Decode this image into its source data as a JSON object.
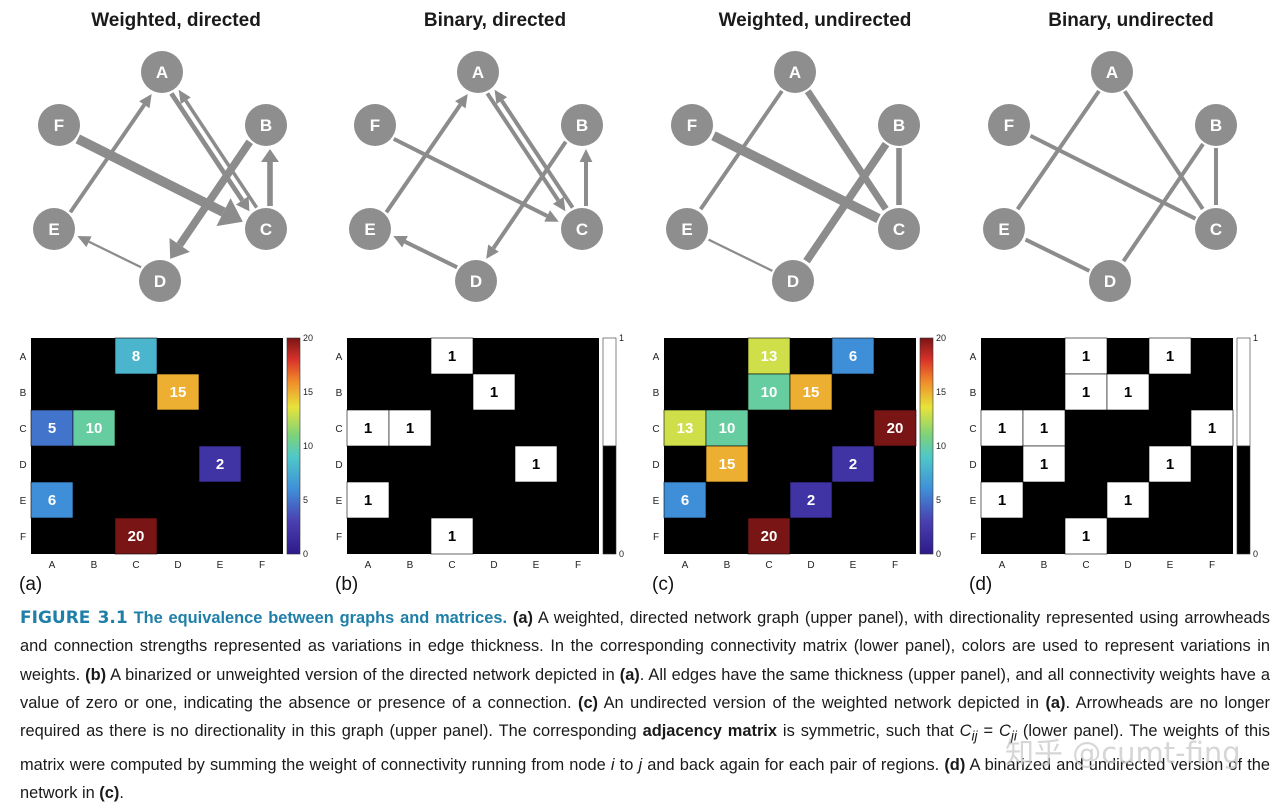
{
  "panels": [
    {
      "id": "a",
      "title": "Weighted, directed",
      "letter": "(a)",
      "directed": true,
      "weighted": true,
      "colorbar": "rainbow",
      "cb_ticks": [
        "20",
        "15",
        "10",
        "5",
        "0"
      ],
      "edges": [
        {
          "from": "A",
          "to": "C",
          "w": 8
        },
        {
          "from": "B",
          "to": "D",
          "w": 15
        },
        {
          "from": "C",
          "to": "A",
          "w": 5
        },
        {
          "from": "C",
          "to": "B",
          "w": 10
        },
        {
          "from": "D",
          "to": "E",
          "w": 2
        },
        {
          "from": "E",
          "to": "A",
          "w": 6
        },
        {
          "from": "F",
          "to": "C",
          "w": 20
        }
      ],
      "matrix": [
        [
          0,
          0,
          8,
          0,
          0,
          0
        ],
        [
          0,
          0,
          0,
          15,
          0,
          0
        ],
        [
          5,
          10,
          0,
          0,
          0,
          0
        ],
        [
          0,
          0,
          0,
          0,
          2,
          0
        ],
        [
          6,
          0,
          0,
          0,
          0,
          0
        ],
        [
          0,
          0,
          20,
          0,
          0,
          0
        ]
      ]
    },
    {
      "id": "b",
      "title": "Binary, directed",
      "letter": "(b)",
      "directed": true,
      "weighted": false,
      "colorbar": "binary",
      "cb_ticks": [
        "1",
        "0"
      ],
      "edges": [
        {
          "from": "A",
          "to": "C",
          "w": 1
        },
        {
          "from": "B",
          "to": "D",
          "w": 1
        },
        {
          "from": "C",
          "to": "A",
          "w": 1
        },
        {
          "from": "C",
          "to": "B",
          "w": 1
        },
        {
          "from": "D",
          "to": "E",
          "w": 1
        },
        {
          "from": "E",
          "to": "A",
          "w": 1
        },
        {
          "from": "F",
          "to": "C",
          "w": 1
        }
      ],
      "matrix": [
        [
          0,
          0,
          1,
          0,
          0,
          0
        ],
        [
          0,
          0,
          0,
          1,
          0,
          0
        ],
        [
          1,
          1,
          0,
          0,
          0,
          0
        ],
        [
          0,
          0,
          0,
          0,
          1,
          0
        ],
        [
          1,
          0,
          0,
          0,
          0,
          0
        ],
        [
          0,
          0,
          1,
          0,
          0,
          0
        ]
      ]
    },
    {
      "id": "c",
      "title": "Weighted, undirected",
      "letter": "(c)",
      "directed": false,
      "weighted": true,
      "colorbar": "rainbow",
      "cb_ticks": [
        "20",
        "15",
        "10",
        "5",
        "0"
      ],
      "edges": [
        {
          "from": "A",
          "to": "C",
          "w": 13
        },
        {
          "from": "A",
          "to": "E",
          "w": 6
        },
        {
          "from": "B",
          "to": "C",
          "w": 10
        },
        {
          "from": "B",
          "to": "D",
          "w": 15
        },
        {
          "from": "C",
          "to": "F",
          "w": 20
        },
        {
          "from": "D",
          "to": "E",
          "w": 2
        }
      ],
      "matrix": [
        [
          0,
          0,
          13,
          0,
          6,
          0
        ],
        [
          0,
          0,
          10,
          15,
          0,
          0
        ],
        [
          13,
          10,
          0,
          0,
          0,
          20
        ],
        [
          0,
          15,
          0,
          0,
          2,
          0
        ],
        [
          6,
          0,
          0,
          2,
          0,
          0
        ],
        [
          0,
          0,
          20,
          0,
          0,
          0
        ]
      ]
    },
    {
      "id": "d",
      "title": "Binary, undirected",
      "letter": "(d)",
      "directed": false,
      "weighted": false,
      "colorbar": "binary",
      "cb_ticks": [
        "1",
        "0"
      ],
      "edges": [
        {
          "from": "A",
          "to": "C",
          "w": 1
        },
        {
          "from": "A",
          "to": "E",
          "w": 1
        },
        {
          "from": "B",
          "to": "C",
          "w": 1
        },
        {
          "from": "B",
          "to": "D",
          "w": 1
        },
        {
          "from": "C",
          "to": "F",
          "w": 1
        },
        {
          "from": "D",
          "to": "E",
          "w": 1
        }
      ],
      "matrix": [
        [
          0,
          0,
          1,
          0,
          1,
          0
        ],
        [
          0,
          0,
          1,
          1,
          0,
          0
        ],
        [
          1,
          1,
          0,
          0,
          0,
          1
        ],
        [
          0,
          1,
          0,
          0,
          1,
          0
        ],
        [
          1,
          0,
          0,
          1,
          0,
          0
        ],
        [
          0,
          0,
          1,
          0,
          0,
          0
        ]
      ]
    }
  ],
  "node_labels": [
    "A",
    "B",
    "C",
    "D",
    "E",
    "F"
  ],
  "axis_labels": [
    "A",
    "B",
    "C",
    "D",
    "E",
    "F"
  ],
  "colors": {
    "node": "#8e8e8e",
    "edge": "#8c8c8c",
    "caption_accent": "#1f7fa8",
    "matrix_bg": "#000000"
  },
  "caption": {
    "fig_num": "FIGURE 3.1",
    "fig_title": "The equivalence between graphs and matrices.",
    "a_label": "(a)",
    "t1": " A weighted, directed network graph (upper panel), with directionality represented using arrowheads and connection strengths represented as variations in edge thickness. In the corresponding connectivity matrix (lower panel), colors are used to represent variations in weights. ",
    "b_label": "(b)",
    "t2": " A binarized or unweighted version of the directed network depicted in ",
    "a_ref1": "(a)",
    "t3": ". All edges have the same thickness (upper panel), and all connectivity weights have a value of zero or one, indicating the absence or presence of a connection. ",
    "c_label": "(c)",
    "t4": " An undirected version of the weighted network depicted in ",
    "a_ref2": "(a)",
    "t5": ". Arrowheads are no longer required as there is no directionality in this graph (upper panel). The corresponding ",
    "adj": "adjacency matrix",
    "t6": " is symmetric, such that ",
    "cij": "C",
    "cij_sub": "ij",
    "eq": " = ",
    "cji": "C",
    "cji_sub": "ji",
    "t7": " (lower panel). The weights of this matrix were computed by summing the weight of connectivity running from node ",
    "i": "i",
    "t8": " to ",
    "j": "j",
    "t9": " and back again for each pair of regions. ",
    "d_label": "(d)",
    "t10": " A binarized and undirected version of the network in ",
    "c_ref": "(c)",
    "t11": "."
  },
  "watermark": "知乎 @cumt-fing"
}
